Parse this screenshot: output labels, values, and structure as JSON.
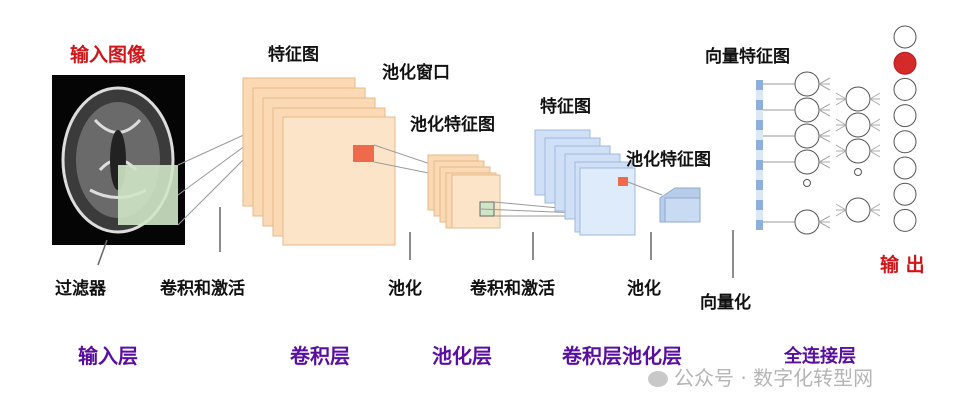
{
  "labels": {
    "input_image": "输入图像",
    "feature_map_1": "特征图",
    "pool_window": "池化窗口",
    "pooled_map_1": "池化特征图",
    "feature_map_2": "特征图",
    "pooled_map_2": "池化特征图",
    "vector_map": "向量特征图",
    "output": "输 出"
  },
  "steps": [
    "过滤器",
    "卷积和激活",
    "池化",
    "卷积和激活",
    "池化",
    "向量化"
  ],
  "layers": [
    "输入层",
    "卷积层",
    "池化层",
    "卷积层池化层",
    "全连接层"
  ],
  "watermark": "公众号 · 数字化转型网",
  "colors": {
    "orange": "#fbd9b4",
    "blue": "#cfe0f6",
    "green": "#cfe6c6",
    "red": "#d42a2a",
    "purple": "#5a0ea0"
  },
  "output_active_index": 1
}
